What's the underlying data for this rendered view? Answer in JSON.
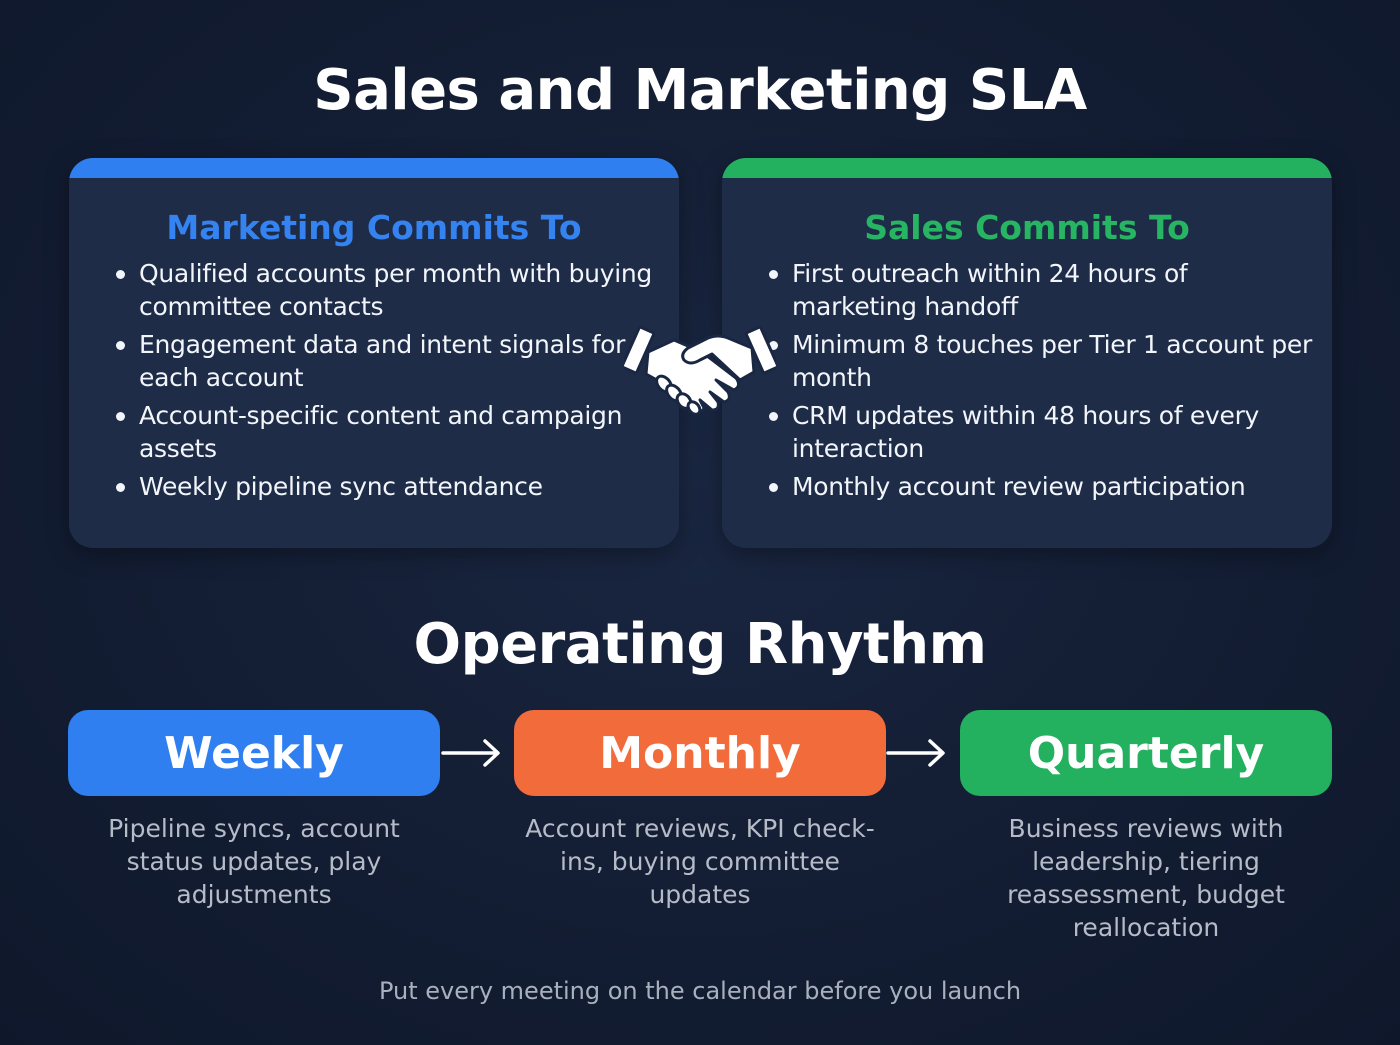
{
  "title": "Sales and Marketing SLA",
  "marketing": {
    "heading": "Marketing Commits To",
    "accent": "#2f7ff0",
    "items": [
      "Qualified accounts per month with buying committee contacts",
      "Engagement data and intent signals for each account",
      "Account-specific content and campaign assets",
      "Weekly pipeline sync attendance"
    ]
  },
  "sales": {
    "heading": "Sales Commits To",
    "accent": "#23b15f",
    "items": [
      "First outreach within 24 hours of marketing handoff",
      "Minimum 8 touches per Tier 1 account per month",
      "CRM updates within 48 hours of every interaction",
      "Monthly account review participation"
    ]
  },
  "center_icon": "handshake-icon",
  "rhythm": {
    "heading": "Operating Rhythm",
    "stages": [
      {
        "label": "Weekly",
        "color": "#2f7ff0",
        "description": "Pipeline syncs, account status updates, play adjustments"
      },
      {
        "label": "Monthly",
        "color": "#f26b3a",
        "description": "Account reviews, KPI check-ins, buying committee updates"
      },
      {
        "label": "Quarterly",
        "color": "#23b15f",
        "description": "Business reviews with leadership, tiering reassessment, budget reallocation"
      }
    ]
  },
  "footer": "Put every meeting on the calendar before you launch"
}
